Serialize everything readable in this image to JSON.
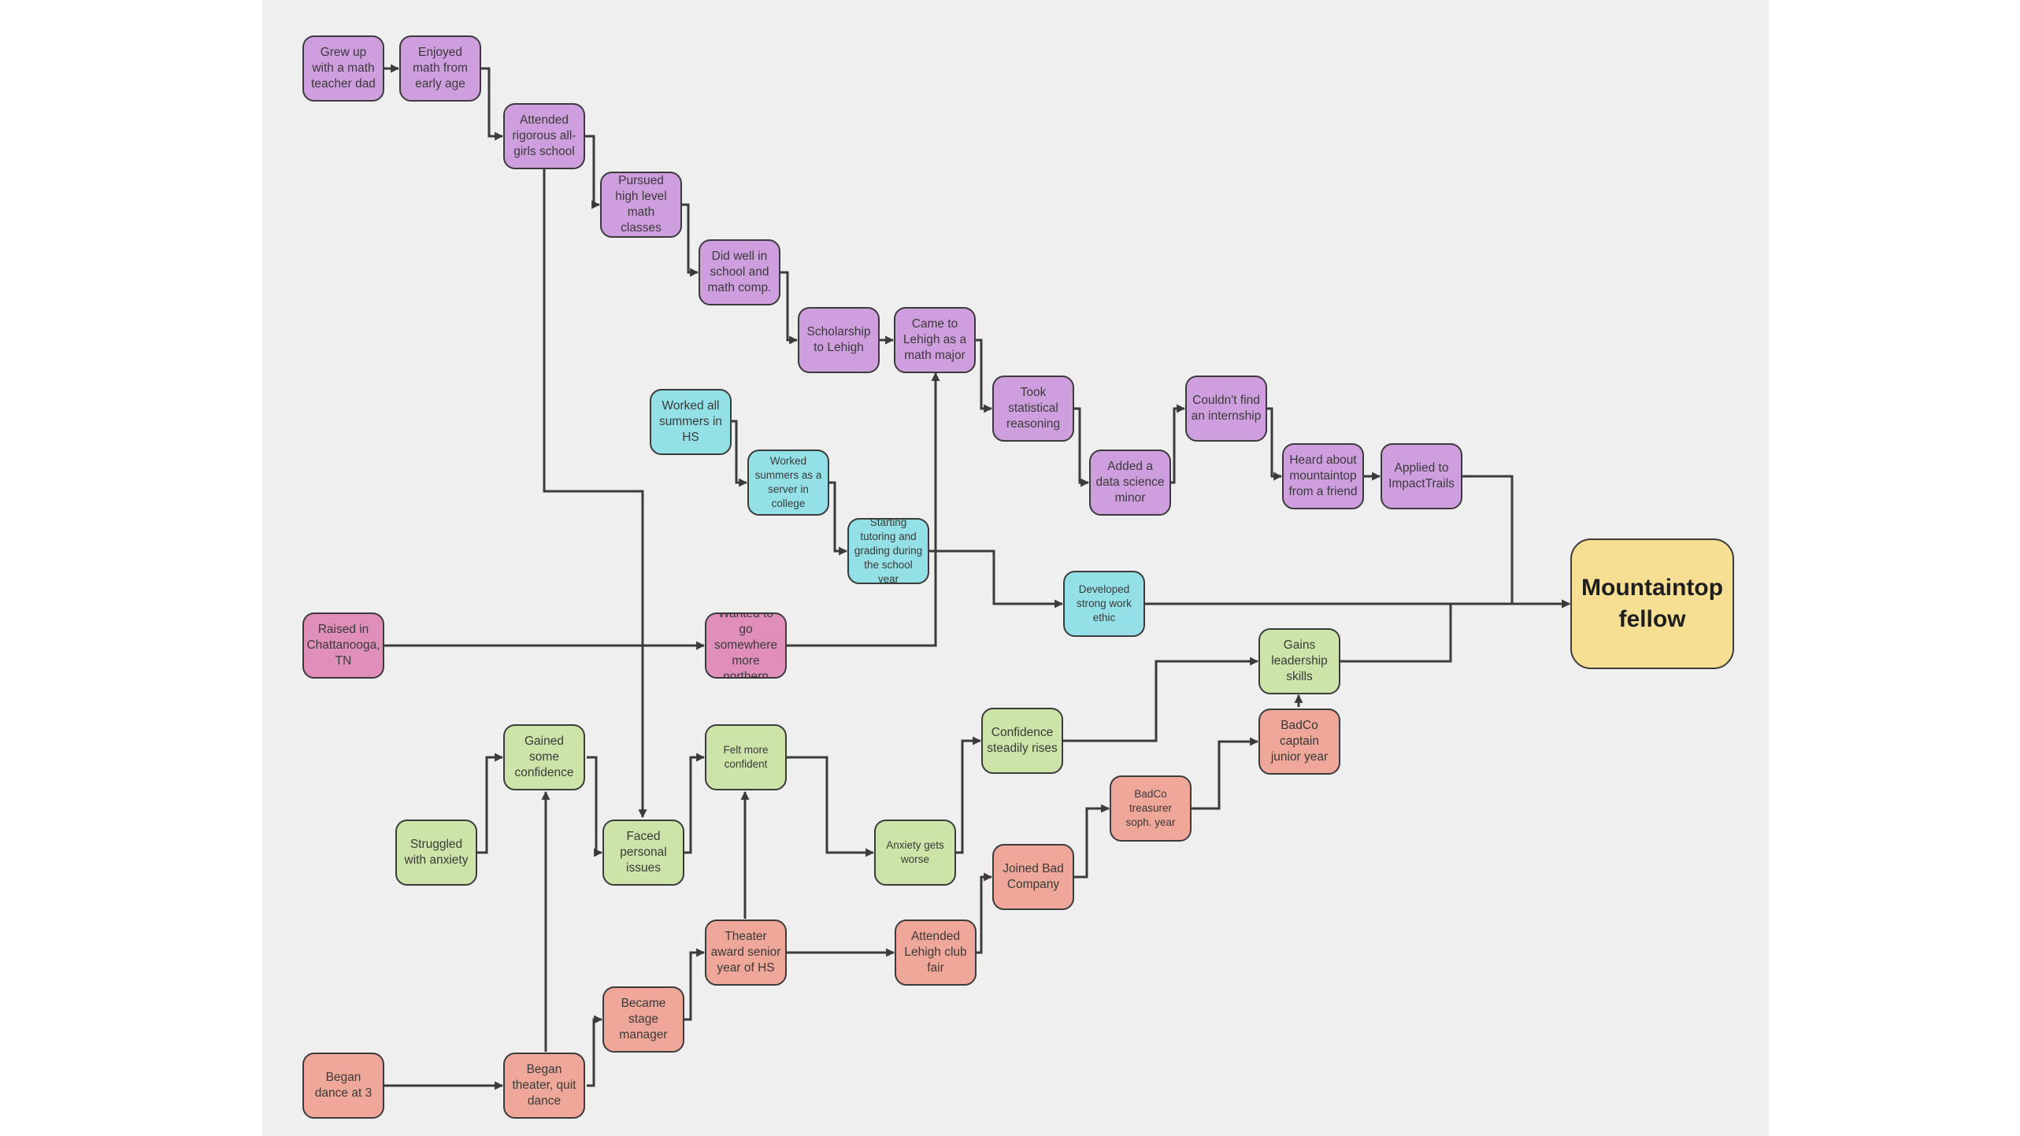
{
  "colors": {
    "background": "#efefef",
    "purple": "#cf9ede",
    "cyan": "#93e1e6",
    "pink": "#e08fbb",
    "green": "#cce4a8",
    "salmon": "#eea798",
    "goal": "#f6df93",
    "connector": "#3b3b3b"
  },
  "nodes": {
    "grew_up": "Grew up with a math teacher dad",
    "enjoyed_math": "Enjoyed math from early age",
    "attended_school": "Attended rigorous all-girls school",
    "pursued_math": "Pursued high level math classes",
    "did_well": "Did well in school and math comp.",
    "scholarship": "Scholarship to Lehigh",
    "came_to_lehigh": "Came to Lehigh as a math major",
    "took_stats": "Took statistical reasoning",
    "data_science": "Added a data science minor",
    "no_internship": "Couldn't find an internship",
    "heard_about": "Heard about mountaintop from a friend",
    "applied": "Applied to ImpactTrails",
    "worked_hs": "Worked all summers in HS",
    "worked_college": "Worked summers as a server in college",
    "tutoring": "Starting tutoring and grading during the school year",
    "work_ethic": "Developed strong work ethic",
    "raised": "Raised in Chattanooga, TN",
    "go_north": "Wanted to go somewhere more northern",
    "gained_confidence": "Gained some confidence",
    "struggled": "Struggled with anxiety",
    "faced_issues": "Faced personal issues",
    "felt_confident": "Felt more confident",
    "anxiety_worse": "Anxiety gets worse",
    "confidence_rises": "Confidence steadily rises",
    "leadership": "Gains leadership skills",
    "began_dance": "Began dance at 3",
    "began_theater": "Began theater, quit dance",
    "stage_manager": "Became stage manager",
    "theater_award": "Theater award senior year of HS",
    "club_fair": "Attended Lehigh club fair",
    "joined_bad": "Joined Bad Company",
    "treasurer": "BadCo treasurer soph. year",
    "captain": "BadCo captain junior year",
    "goal": "Mountaintop fellow"
  }
}
